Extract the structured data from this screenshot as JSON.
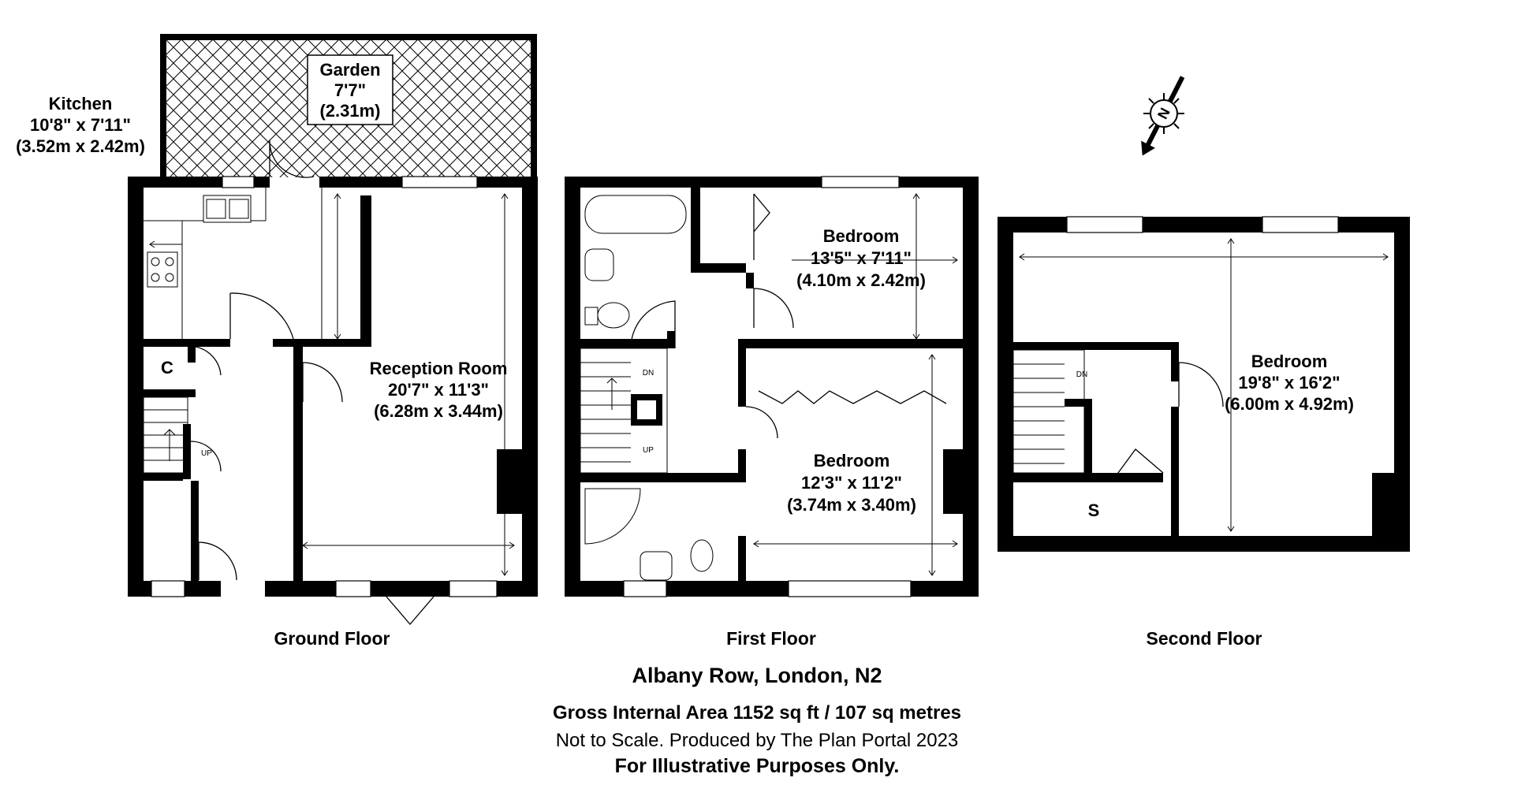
{
  "ground_floor": {
    "label": "Ground Floor",
    "garden": {
      "name": "Garden",
      "dim_imperial": "7'7\"",
      "dim_metric": "(2.31m)"
    },
    "kitchen": {
      "name": "Kitchen",
      "dim_imperial": "10'8\" x 7'11\"",
      "dim_metric": "(3.52m x 2.42m)"
    },
    "reception": {
      "name": "Reception Room",
      "dim_imperial": "20'7\" x 11'3\"",
      "dim_metric": "(6.28m x 3.44m)"
    },
    "cupboard": "C",
    "stairs_up": "UP"
  },
  "first_floor": {
    "label": "First Floor",
    "bedroom_rear": {
      "name": "Bedroom",
      "dim_imperial": "13'5\" x 7'11\"",
      "dim_metric": "(4.10m x 2.42m)"
    },
    "bedroom_front": {
      "name": "Bedroom",
      "dim_imperial": "12'3\" x 11'2\"",
      "dim_metric": "(3.74m x 3.40m)"
    },
    "stairs_down": "DN",
    "stairs_up": "UP"
  },
  "second_floor": {
    "label": "Second Floor",
    "bedroom": {
      "name": "Bedroom",
      "dim_imperial": "19'8\" x 16'2\"",
      "dim_metric": "(6.00m x 4.92m)"
    },
    "storage": "S",
    "stairs_down": "DN"
  },
  "compass": {
    "letter": "N"
  },
  "footer": {
    "address": "Albany Row, London, N2",
    "area": "Gross Internal Area 1152 sq ft / 107 sq metres",
    "producer": "Not to Scale. Produced by The Plan Portal 2023",
    "disclaimer": "For Illustrative Purposes Only."
  },
  "colors": {
    "wall": "#000000",
    "background": "#ffffff",
    "fixture": "#555555"
  }
}
